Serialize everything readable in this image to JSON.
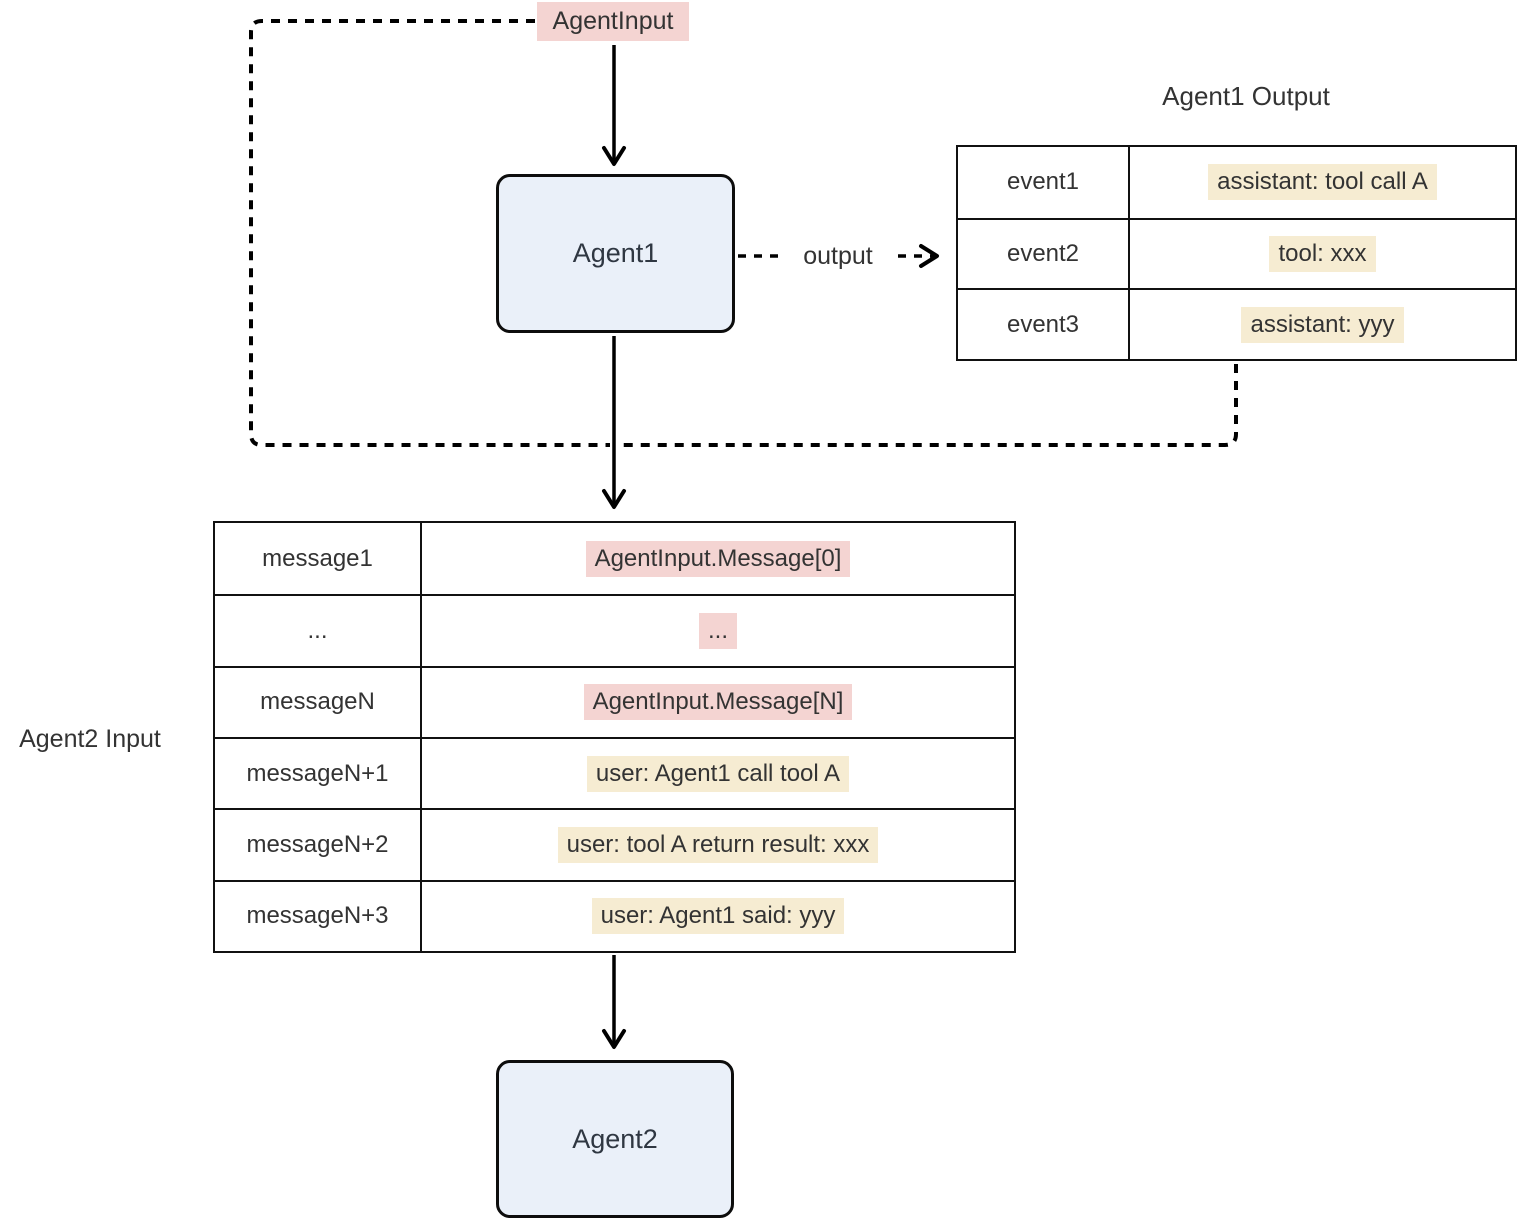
{
  "diagram": {
    "agent_input_label": "AgentInput",
    "output_edge_label": "output",
    "nodes": {
      "agent1": "Agent1",
      "agent2": "Agent2"
    },
    "agent1_output": {
      "title": "Agent1 Output",
      "rows": [
        {
          "key": "event1",
          "value": "assistant: tool call A",
          "highlight": "yellow"
        },
        {
          "key": "event2",
          "value": "tool: xxx",
          "highlight": "yellow"
        },
        {
          "key": "event3",
          "value": "assistant: yyy",
          "highlight": "yellow"
        }
      ]
    },
    "agent2_input": {
      "title": "Agent2 Input",
      "rows": [
        {
          "key": "message1",
          "value": "AgentInput.Message[0]",
          "highlight": "pink"
        },
        {
          "key": "...",
          "value": "...",
          "highlight": "pink"
        },
        {
          "key": "messageN",
          "value": "AgentInput.Message[N]",
          "highlight": "pink"
        },
        {
          "key": "messageN+1",
          "value": "user: Agent1 call tool A",
          "highlight": "yellow"
        },
        {
          "key": "messageN+2",
          "value": "user: tool A return result: xxx",
          "highlight": "yellow"
        },
        {
          "key": "messageN+3",
          "value": "user: Agent1 said: yyy",
          "highlight": "yellow"
        }
      ]
    },
    "colors": {
      "pink_highlight": "#f4d4d2",
      "yellow_highlight": "#f6ecd2",
      "node_fill": "#eaf0f9",
      "line": "#000000",
      "text": "#333333"
    }
  }
}
